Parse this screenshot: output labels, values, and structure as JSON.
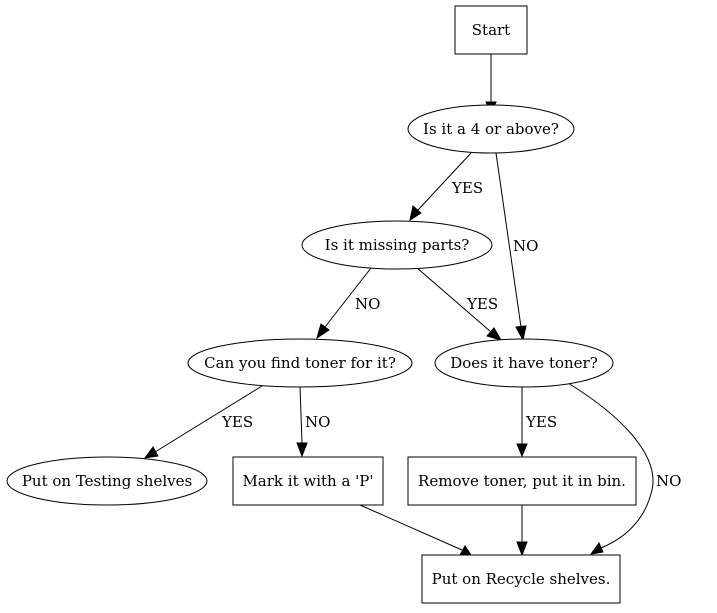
{
  "nodes": {
    "start": "Start",
    "q_four_or_above": "Is it a 4 or above?",
    "q_missing_parts": "Is it missing parts?",
    "q_find_toner": "Can you find toner for it?",
    "q_has_toner": "Does it have toner?",
    "a_testing_shelves": "Put on Testing shelves",
    "a_mark_p": "Mark it with a 'P'",
    "a_remove_toner": "Remove toner, put it in bin.",
    "a_recycle_shelves": "Put on Recycle shelves."
  },
  "edges": {
    "four_yes": "YES",
    "four_no": "NO",
    "missing_no": "NO",
    "missing_yes": "YES",
    "find_yes": "YES",
    "find_no": "NO",
    "has_yes": "YES",
    "has_no": "NO"
  }
}
